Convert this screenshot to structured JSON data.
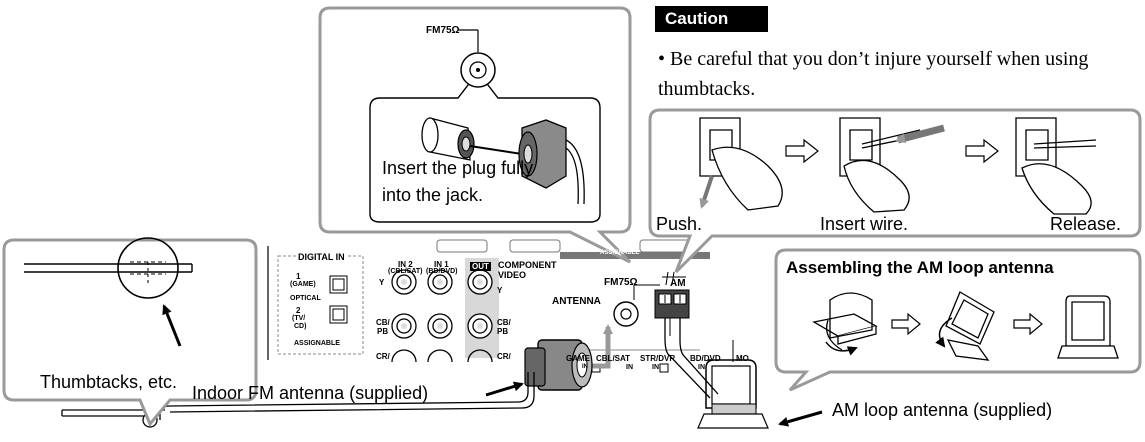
{
  "caution": {
    "title": "Caution",
    "text": "• Be careful that you don’t injure yourself when using thumbtacks."
  },
  "fm_inset": {
    "jack_label": "FM75Ω",
    "instruction_line1": "Insert the plug fully",
    "instruction_line2": "into the jack."
  },
  "steps": {
    "push": "Push.",
    "insert": "Insert wire.",
    "release": "Release."
  },
  "am_assembly": {
    "title": "Assembling the AM loop antenna"
  },
  "thumbtack": {
    "label": "Thumbtacks, etc."
  },
  "panel": {
    "digital_in": "DIGITAL IN",
    "game_1": "1",
    "game_1_sub": "(GAME)",
    "optical": "OPTICAL",
    "tv_cd_2": "2",
    "tv_cd_sub1": "(TV/",
    "tv_cd_sub2": "CD)",
    "assignable": "ASSIGNABLE",
    "in2": "IN 2",
    "in2_sub": "(CBL/SAT)",
    "in1": "IN 1",
    "in1_sub": "(BD/DVD)",
    "out": "OUT",
    "component": "COMPONENT",
    "video": "VIDEO",
    "y": "Y",
    "cb_pb1": "CB/",
    "cb_pb2": "PB",
    "cr": "CR/",
    "antenna": "ANTENNA",
    "fm75": "FM75Ω",
    "am": "AM",
    "assignable_top": "ASSIGNABLE",
    "game": "GAME",
    "cbl_sat": "CBL/SAT",
    "str_dvr": "STR/DVR",
    "bd_dvd": "BD/DVD",
    "in_label": "IN",
    "mo": "MO"
  },
  "callouts": {
    "indoor_fm": "Indoor FM antenna (supplied)",
    "am_loop": "AM loop antenna (supplied)"
  }
}
